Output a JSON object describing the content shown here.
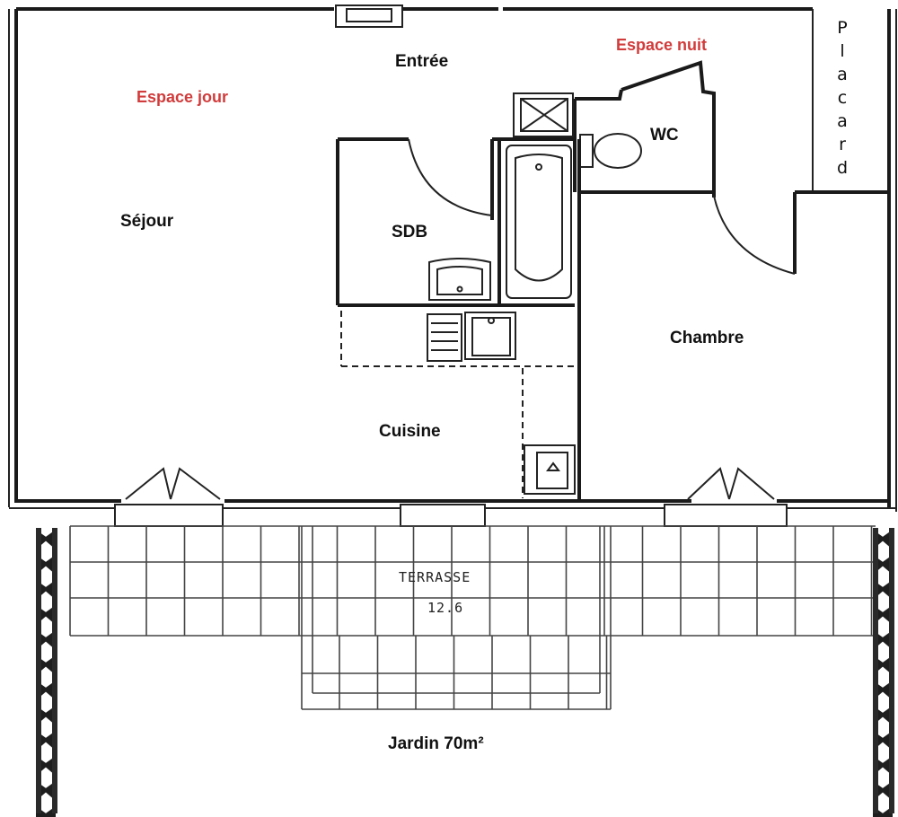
{
  "rooms": {
    "espace_jour": "Espace jour",
    "espace_nuit": "Espace nuit",
    "entree": "Entrée",
    "wc": "WC",
    "placard": [
      "P",
      "l",
      "a",
      "c",
      "a",
      "r",
      "d"
    ],
    "sejour": "Séjour",
    "sdb": "SDB",
    "chambre": "Chambre",
    "cuisine": "Cuisine",
    "terrasse": "TERRASSE",
    "terrasse_area": "12.6",
    "jardin": "Jardin 70m²"
  },
  "colors": {
    "zone_label": "#d23b3b",
    "walls": "#1a1a1a"
  }
}
